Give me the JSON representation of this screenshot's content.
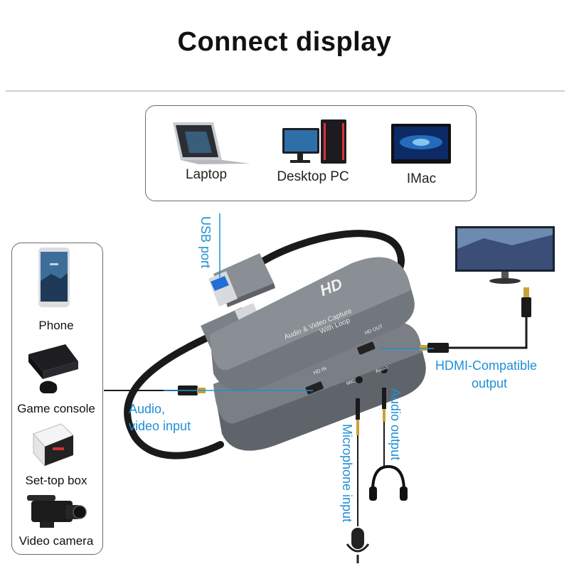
{
  "title": "Connect display",
  "host_devices": [
    {
      "label": "Laptop",
      "icon": "laptop-icon"
    },
    {
      "label": "Desktop PC",
      "icon": "desktop-pc-icon"
    },
    {
      "label": "IMac",
      "icon": "imac-icon"
    }
  ],
  "sources": [
    {
      "label": "Phone",
      "icon": "phone-icon"
    },
    {
      "label": "Game console",
      "icon": "game-console-icon"
    },
    {
      "label": "Set-top box",
      "icon": "set-top-box-icon"
    },
    {
      "label": "Video camera",
      "icon": "video-camera-icon"
    }
  ],
  "device": {
    "logo": "HD",
    "name_line1": "Audio & Video Capture",
    "name_line2": "With Loop",
    "port_hd_out": "HD OUT",
    "port_hd_in": "HD IN",
    "port_mic": "MIC",
    "port_audio": "Audio"
  },
  "callouts": {
    "usb_port": "USB port",
    "av_input_line1": "Audio,",
    "av_input_line2": "video input",
    "hdmi_output_line1": "HDMI-Compatible",
    "hdmi_output_line2": "output",
    "audio_output": "Audio output",
    "microphone_input": "Microphone input"
  },
  "colors": {
    "accent": "#1e8fd6",
    "device_body": "#6d7278",
    "cable": "#1a1a1a"
  }
}
